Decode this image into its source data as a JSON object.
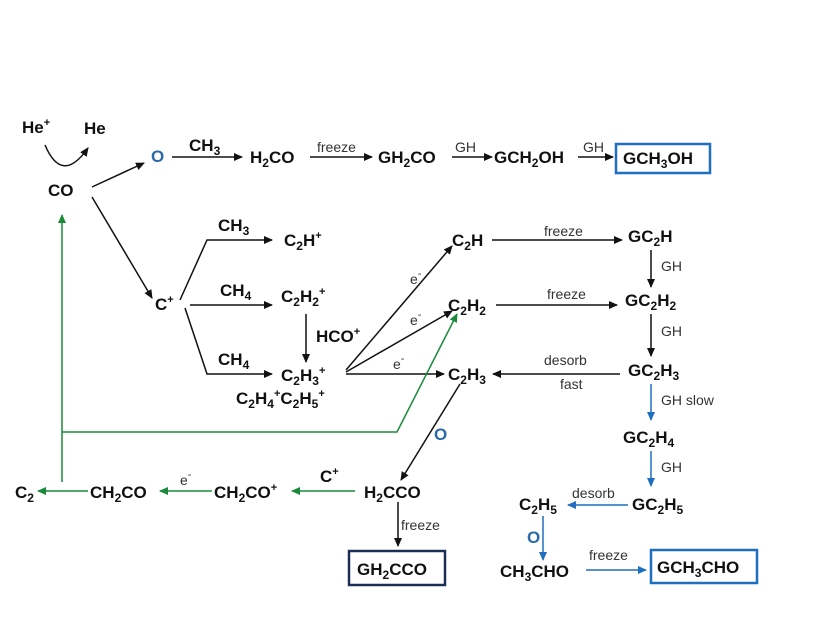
{
  "colors": {
    "black": "#111111",
    "green": "#1a8a3a",
    "blue": "#1f6fc0",
    "dark_navy": "#1b2e55",
    "oxygen": "#2a6aa8"
  },
  "species": {
    "he_plus": "He+",
    "he": "He",
    "co": "CO",
    "o_top": "O",
    "ch3_top": "CH3",
    "h2co": "H2CO",
    "gh2co": "GH2CO",
    "gch2oh": "GCH2OH",
    "gch3oh": "GCH3OH",
    "ch3_mid": "CH3",
    "c2h_plus": "C2H+",
    "c_plus": "C+",
    "ch4_a": "CH4",
    "c2h2_plus": "C2H2+",
    "hco_plus": "HCO+",
    "ch4_b": "CH4",
    "c2h3_plus": "C2H3+",
    "c2h4_c2h5_plus": "C2H4+C2H5+",
    "c2h": "C2H",
    "c2h2": "C2H2",
    "c2h3": "C2H3",
    "gc2h": "GC2H",
    "gc2h2": "GC2H2",
    "gc2h3": "GC2H3",
    "gc2h4": "GC2H4",
    "gc2h5": "GC2H5",
    "c2h5": "C2H5",
    "o_right": "O",
    "ch3cho": "CH3CHO",
    "gch3cho": "GCH3CHO",
    "o_mid": "O",
    "h2cco": "H2CCO",
    "gh2cco": "GH2CCO",
    "c_plus_b": "C+",
    "ch2co_plus": "CH2CO+",
    "ch2co": "CH2CO",
    "c2": "C2"
  },
  "labels": {
    "freeze_1": "freeze",
    "gh_1": "GH",
    "gh_2": "GH",
    "freeze_2": "freeze",
    "freeze_3": "freeze",
    "e_1": "e-",
    "e_2": "e-",
    "e_3": "e-",
    "desorb_1": "desorb",
    "fast": "fast",
    "gh_3": "GH",
    "gh_4": "GH",
    "gh_slow": "GH slow",
    "gh_5": "GH",
    "desorb_2": "desorb",
    "freeze_4": "freeze",
    "freeze_5": "freeze",
    "e_4": "e-"
  }
}
